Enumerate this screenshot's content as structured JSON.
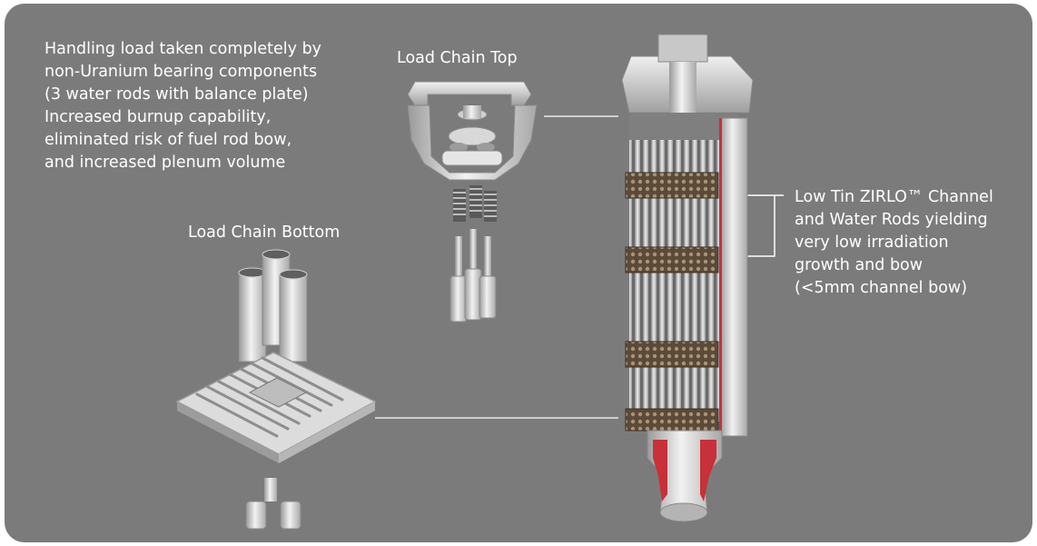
{
  "texts": {
    "intro": "Handling load taken completely by\nnon-Uranium bearing components\n(3 water rods with balance plate)\nIncreased burnup capability,\neliminated risk of fuel rod bow,\nand increased plenum volume",
    "load_chain_top": "Load Chain Top",
    "load_chain_bottom": "Load Chain Bottom",
    "channel": "Low Tin ZIRLO™ Channel\nand Water Rods  yielding\nvery low irradiation\ngrowth and bow\n(<5mm channel bow)"
  },
  "colors": {
    "panel_background": "#7b7b7b",
    "text": "#ffffff",
    "metal_light": "#e2e2e2",
    "metal_dark": "#8f8f8f",
    "spacer_grid": "#6d5a44",
    "cutaway_red": "#c8303a"
  }
}
